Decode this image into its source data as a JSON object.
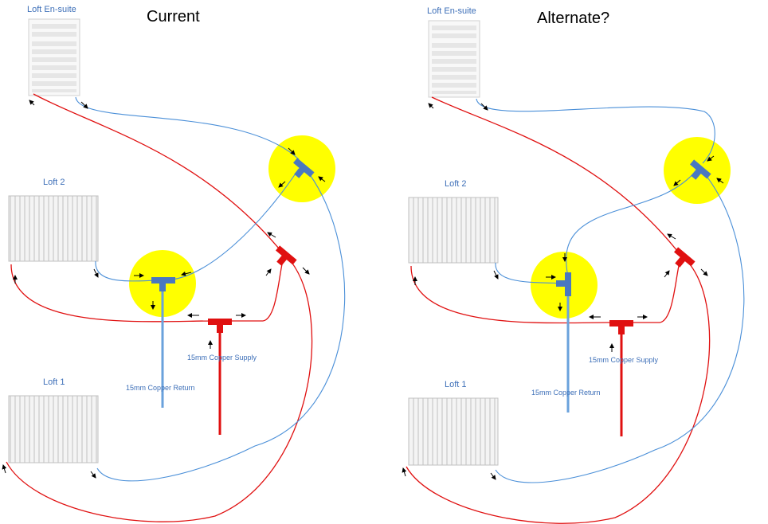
{
  "panels": [
    {
      "title": "Current",
      "labels": {
        "ensuite": "Loft En-suite",
        "loft2": "Loft 2",
        "loft1": "Loft 1",
        "supply": "15mm Copper Supply",
        "return": "15mm Copper Return"
      }
    },
    {
      "title": "Alternate?",
      "labels": {
        "ensuite": "Loft En-suite",
        "loft2": "Loft 2",
        "loft1": "Loft 1",
        "supply": "15mm Copper Supply",
        "return": "15mm Copper Return"
      }
    }
  ],
  "colors": {
    "flow": "#e01010",
    "return": "#4a8fd8",
    "tee_blue": "#4a78c0",
    "highlight": "#ffff00",
    "label": "#3d6fb8"
  }
}
